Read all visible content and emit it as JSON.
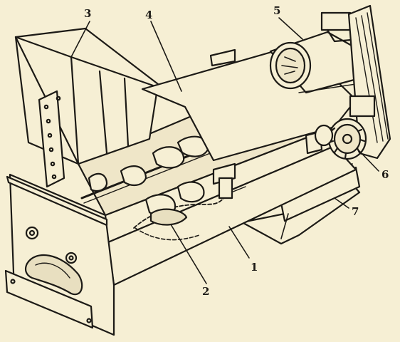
{
  "paper_color": "#f6efd4",
  "ink_color": "#1c1a16",
  "callouts": [
    {
      "id": "1",
      "text": "1"
    },
    {
      "id": "2",
      "text": "2"
    },
    {
      "id": "3",
      "text": "3"
    },
    {
      "id": "4",
      "text": "4"
    },
    {
      "id": "5",
      "text": "5"
    },
    {
      "id": "6",
      "text": "6"
    },
    {
      "id": "7",
      "text": "7"
    }
  ]
}
